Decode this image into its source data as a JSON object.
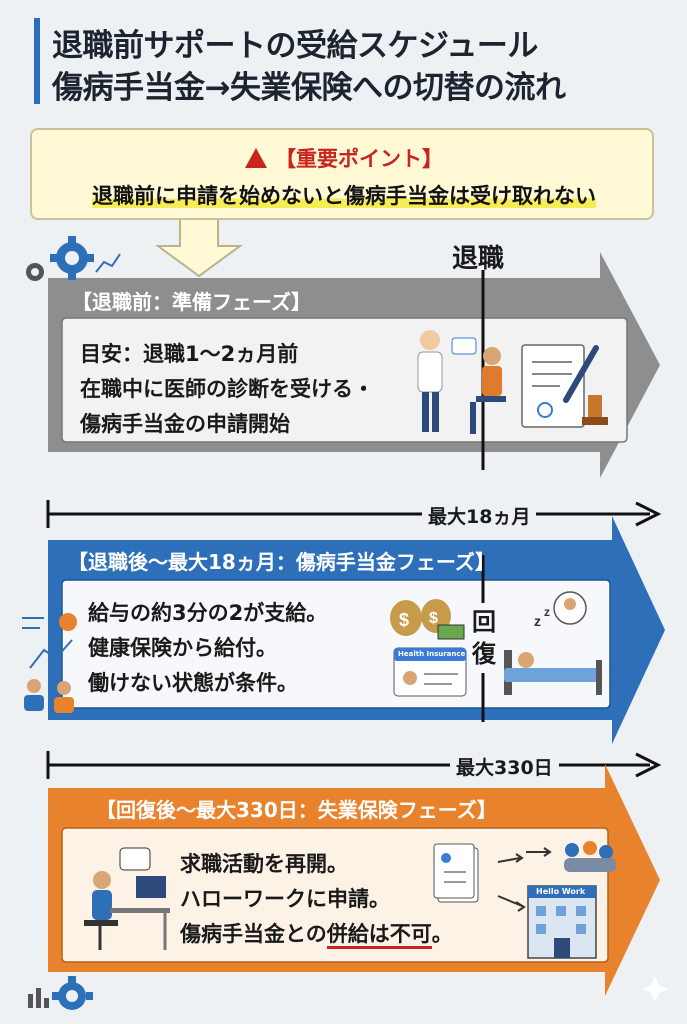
{
  "title": {
    "line1": "退職前サポートの受給スケジュール",
    "line2": "傷病手当金→失業保険への切替の流れ"
  },
  "important": {
    "heading": "【重要ポイント】",
    "text": "退職前に申請を始めないと傷病手当金は受け取れない"
  },
  "markers": {
    "retirement": "退職",
    "recovery_1": "回",
    "recovery_2": "復"
  },
  "phase1": {
    "title": "【退職前：準備フェーズ】",
    "lines": [
      "目安：退職1〜2ヵ月前",
      "在職中に医師の診断を受ける・",
      "傷病手当金の申請開始"
    ]
  },
  "timeline1": {
    "label": "最大18ヵ月"
  },
  "phase2": {
    "title": "【退職後〜最大18ヵ月：傷病手当金フェーズ】",
    "lines": [
      "給与の約3分の2が支給。",
      "健康保険から給付。",
      "働けない状態が条件。"
    ],
    "card_label": "Health Insurance"
  },
  "timeline2": {
    "label": "最大330日"
  },
  "phase3": {
    "title": "【回復後〜最大330日：失業保険フェーズ】",
    "lines": [
      "求職活動を再開。",
      "ハローワークに申請。"
    ],
    "line3_pre": "傷病手当金との",
    "line3_mark": "併給は不可",
    "line3_post": "。",
    "building_label": "Hello Work"
  },
  "colors": {
    "gray_phase": "#8e8e8e",
    "blue_phase": "#2d6fb8",
    "orange_phase": "#e8822c",
    "important_red": "#c9241e",
    "highlight": "#f6ec56"
  }
}
